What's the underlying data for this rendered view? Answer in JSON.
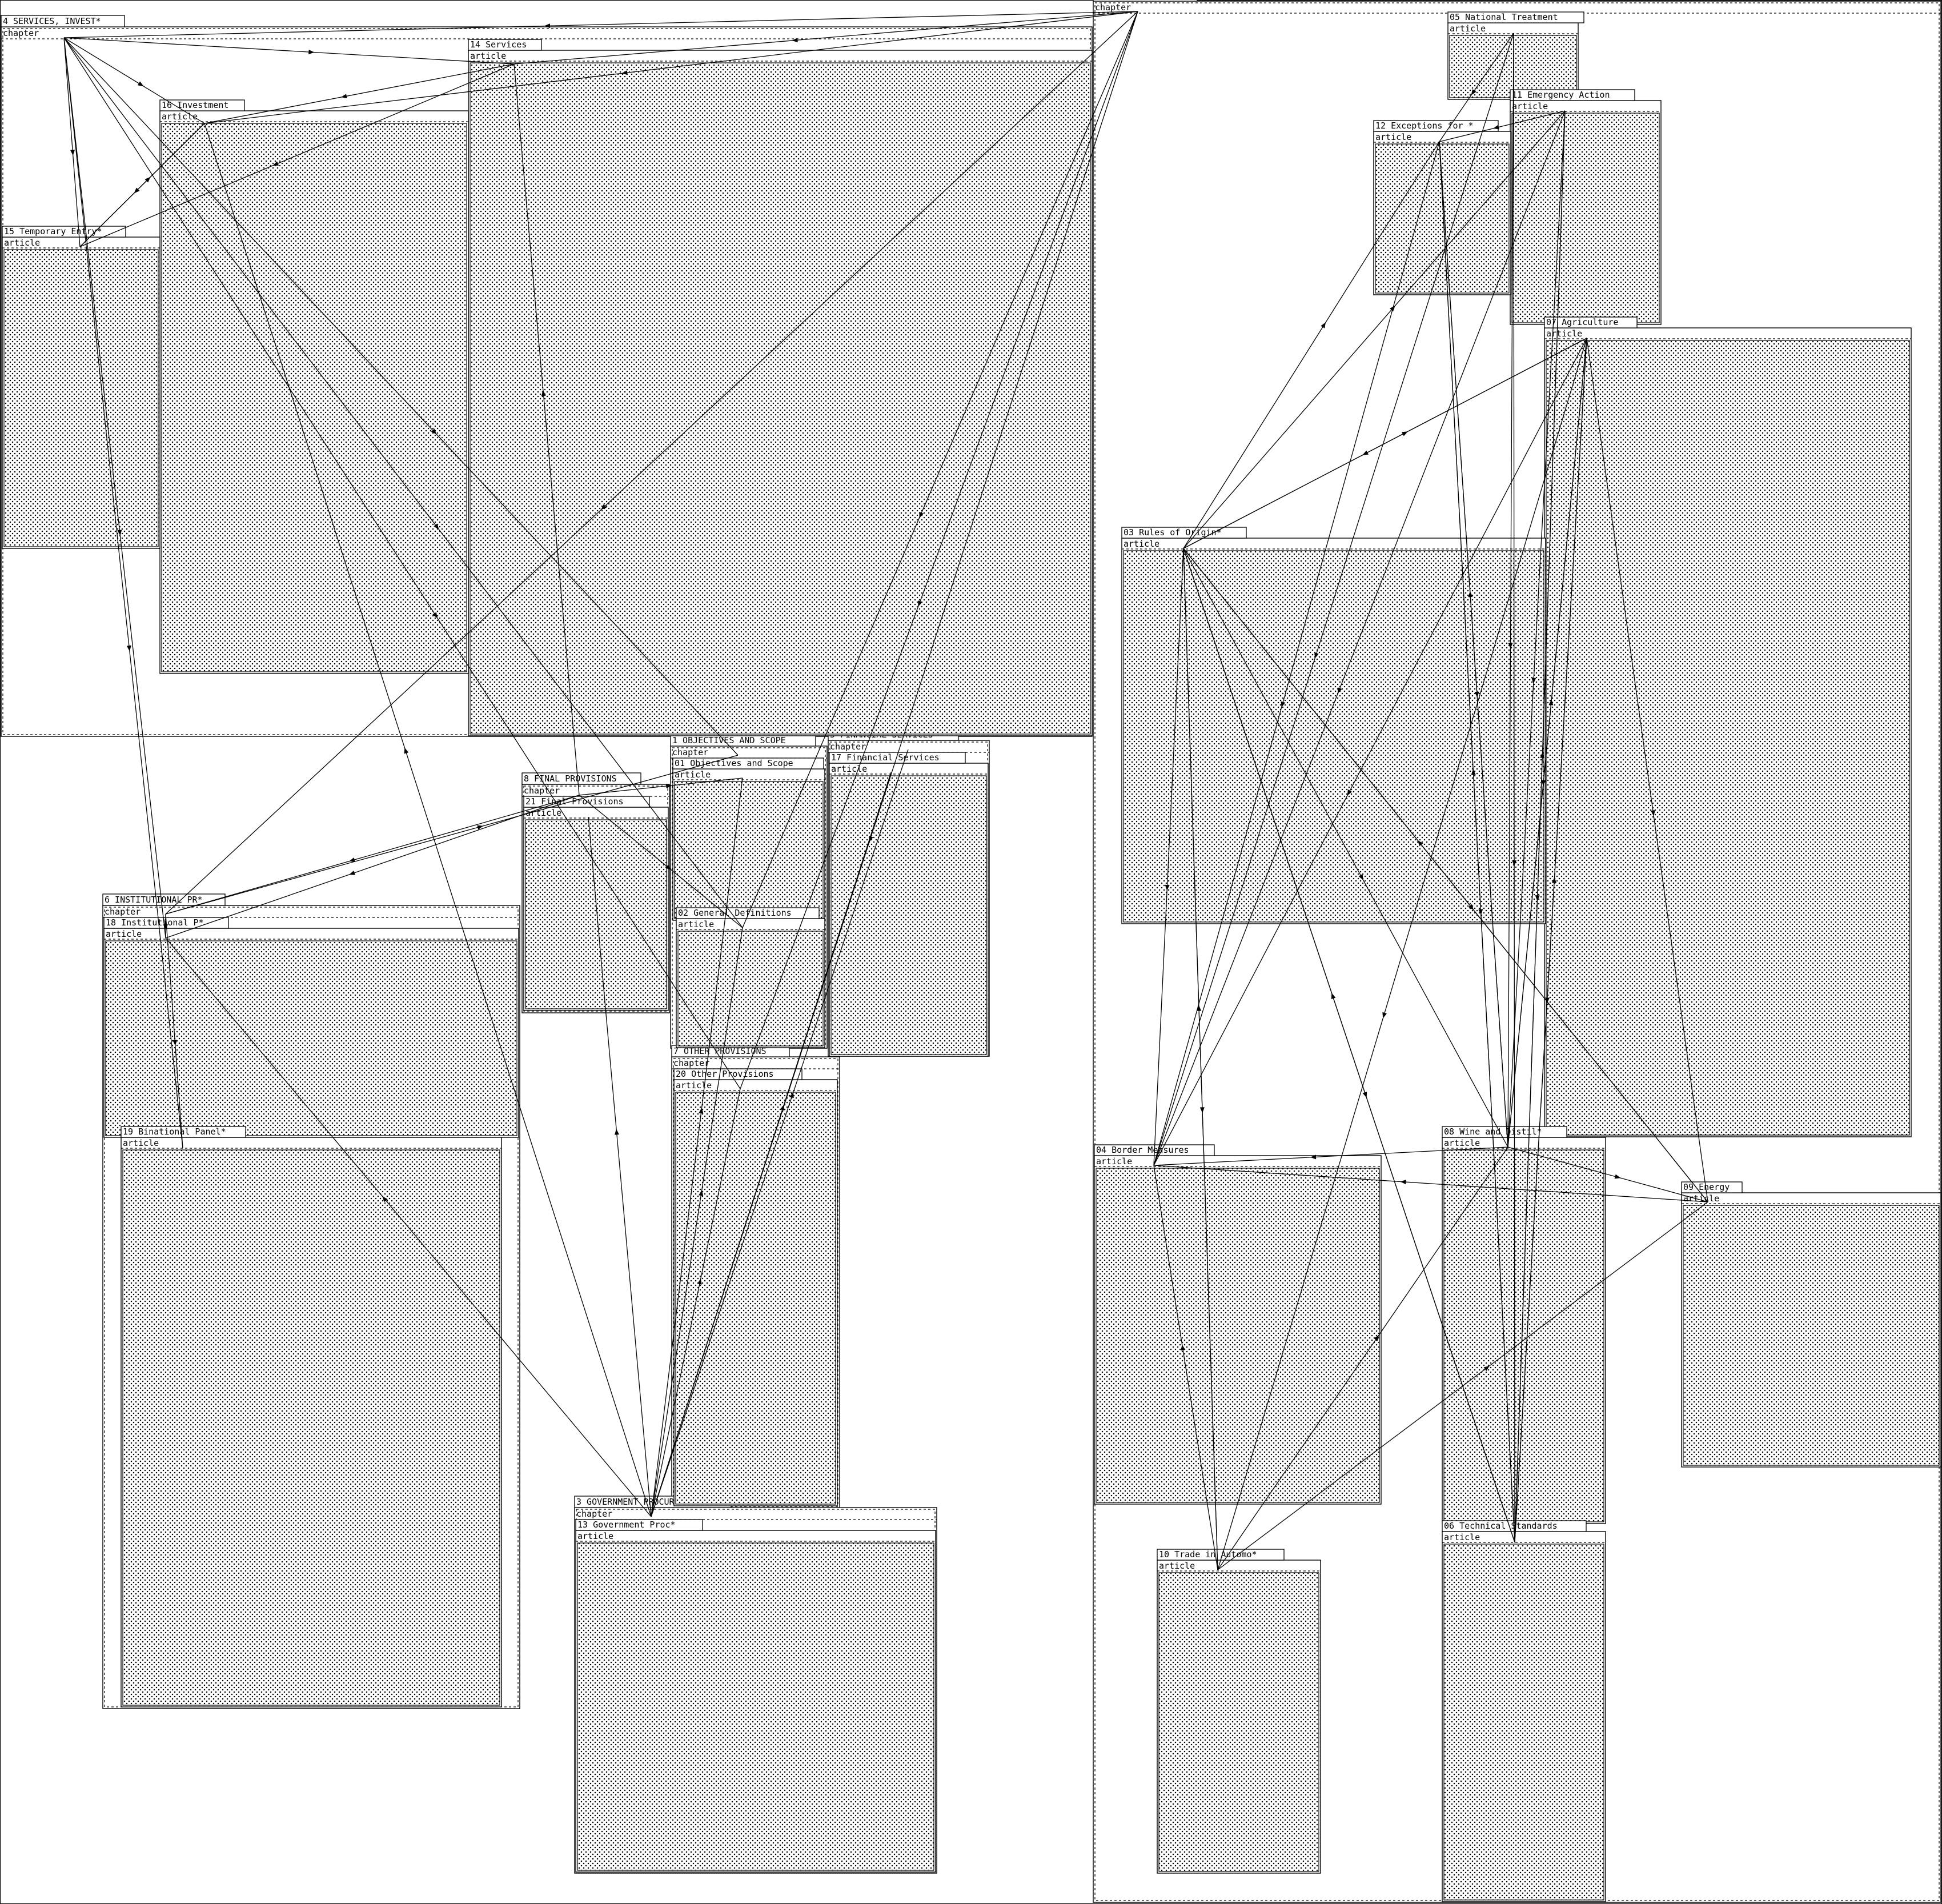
{
  "diagram": {
    "stripe_label": "chapter",
    "article_label": "article",
    "groups": [
      {
        "id": "c4",
        "title": "4 SERVICES, INVEST*"
      },
      {
        "id": "c2",
        "title": "2 TRADE IN GOODS"
      },
      {
        "id": "c1",
        "title": "1 OBJECTIVES AND SCOPE"
      },
      {
        "id": "c5",
        "title": "5 FINANCIAL SERVICES"
      },
      {
        "id": "c8",
        "title": "8 FINAL PROVISIONS"
      },
      {
        "id": "c6",
        "title": "6 INSTITUTIONAL PR*"
      },
      {
        "id": "c7",
        "title": "7 OTHER PROVISIONS"
      },
      {
        "id": "c3",
        "title": "3 GOVERNMENT PROCUREMENT"
      }
    ],
    "articles": [
      {
        "id": "a14",
        "title": "14 Services"
      },
      {
        "id": "a16",
        "title": "16 Investment"
      },
      {
        "id": "a15",
        "title": "15 Temporary Entry*"
      },
      {
        "id": "a05",
        "title": "05 National Treatment"
      },
      {
        "id": "a11",
        "title": "11 Emergency Action"
      },
      {
        "id": "a12",
        "title": "12 Exceptions for *"
      },
      {
        "id": "a07",
        "title": "07 Agriculture"
      },
      {
        "id": "a03",
        "title": "03 Rules of Origin*"
      },
      {
        "id": "a04",
        "title": "04 Border Measures"
      },
      {
        "id": "a08",
        "title": "08 Wine and Distil*"
      },
      {
        "id": "a09",
        "title": "09 Energy"
      },
      {
        "id": "a10",
        "title": "10 Trade in Automo*"
      },
      {
        "id": "a06",
        "title": "06 Technical Standards"
      },
      {
        "id": "a01",
        "title": "01 Objectives and Scope"
      },
      {
        "id": "a02",
        "title": "02 General Definitions"
      },
      {
        "id": "a17",
        "title": "17 Financial Services"
      },
      {
        "id": "a21",
        "title": "21 Final Provisions"
      },
      {
        "id": "a18",
        "title": "18 Institutional P*"
      },
      {
        "id": "a19",
        "title": "19 Binational Panel*"
      },
      {
        "id": "a20",
        "title": "20 Other Provisions"
      },
      {
        "id": "a13",
        "title": "13 Government Proc*"
      }
    ],
    "edges": [
      {
        "from": "c2",
        "to": "c4"
      },
      {
        "from": "c4",
        "to": "a14"
      },
      {
        "from": "c4",
        "to": "a16"
      },
      {
        "from": "c4",
        "to": "a15"
      },
      {
        "from": "c4",
        "to": "a18"
      },
      {
        "from": "c4",
        "to": "a19"
      },
      {
        "from": "c4",
        "to": "a02"
      },
      {
        "from": "c4",
        "to": "c1"
      },
      {
        "from": "c4",
        "to": "a20"
      },
      {
        "from": "a14",
        "to": "a16"
      },
      {
        "from": "a14",
        "to": "a15"
      },
      {
        "from": "a16",
        "to": "a15"
      },
      {
        "from": "a15",
        "to": "a16"
      },
      {
        "from": "c2",
        "to": "a14"
      },
      {
        "from": "c2",
        "to": "a16"
      },
      {
        "from": "c2",
        "to": "c6"
      },
      {
        "from": "c2",
        "to": "a20"
      },
      {
        "from": "c2",
        "to": "a02"
      },
      {
        "from": "c2",
        "to": "c3"
      },
      {
        "from": "c8",
        "to": "a14"
      },
      {
        "from": "c8",
        "to": "c6"
      },
      {
        "from": "c8",
        "to": "a01"
      },
      {
        "from": "c8",
        "to": "a02"
      },
      {
        "from": "c8",
        "to": "a18"
      },
      {
        "from": "c6",
        "to": "a18"
      },
      {
        "from": "c6",
        "to": "a19"
      },
      {
        "from": "c6",
        "to": "c1"
      },
      {
        "from": "c3",
        "to": "a20"
      },
      {
        "from": "c3",
        "to": "a02"
      },
      {
        "from": "c3",
        "to": "a01"
      },
      {
        "from": "c3",
        "to": "a17"
      },
      {
        "from": "c3",
        "to": "a16"
      },
      {
        "from": "c3",
        "to": "a18"
      },
      {
        "from": "c3",
        "to": "a21"
      },
      {
        "from": "c3",
        "to": "c5"
      },
      {
        "from": "a05",
        "to": "a12"
      },
      {
        "from": "a05",
        "to": "a04"
      },
      {
        "from": "a05",
        "to": "a08"
      },
      {
        "from": "a05",
        "to": "a06"
      },
      {
        "from": "a11",
        "to": "a12"
      },
      {
        "from": "a11",
        "to": "a04"
      },
      {
        "from": "a11",
        "to": "a08"
      },
      {
        "from": "a11",
        "to": "a06"
      },
      {
        "from": "a12",
        "to": "a04"
      },
      {
        "from": "a12",
        "to": "a08"
      },
      {
        "from": "a12",
        "to": "a06"
      },
      {
        "from": "a03",
        "to": "a12"
      },
      {
        "from": "a03",
        "to": "a11"
      },
      {
        "from": "a03",
        "to": "a07"
      },
      {
        "from": "a03",
        "to": "a04"
      },
      {
        "from": "a03",
        "to": "a08"
      },
      {
        "from": "a03",
        "to": "a06"
      },
      {
        "from": "a03",
        "to": "a09"
      },
      {
        "from": "a03",
        "to": "a10"
      },
      {
        "from": "a07",
        "to": "a03"
      },
      {
        "from": "a07",
        "to": "a04"
      },
      {
        "from": "a07",
        "to": "a08"
      },
      {
        "from": "a07",
        "to": "a06"
      },
      {
        "from": "a07",
        "to": "a10"
      },
      {
        "from": "a07",
        "to": "a09"
      },
      {
        "from": "a08",
        "to": "a04"
      },
      {
        "from": "a08",
        "to": "a09"
      },
      {
        "from": "a08",
        "to": "a07"
      },
      {
        "from": "a08",
        "to": "a12"
      },
      {
        "from": "a09",
        "to": "a04"
      },
      {
        "from": "a09",
        "to": "a03"
      },
      {
        "from": "a10",
        "to": "a04"
      },
      {
        "from": "a10",
        "to": "a03"
      },
      {
        "from": "a10",
        "to": "a08"
      },
      {
        "from": "a10",
        "to": "a09"
      },
      {
        "from": "a06",
        "to": "a03"
      },
      {
        "from": "a06",
        "to": "a07"
      },
      {
        "from": "a06",
        "to": "a12"
      },
      {
        "from": "a06",
        "to": "a11"
      }
    ]
  }
}
